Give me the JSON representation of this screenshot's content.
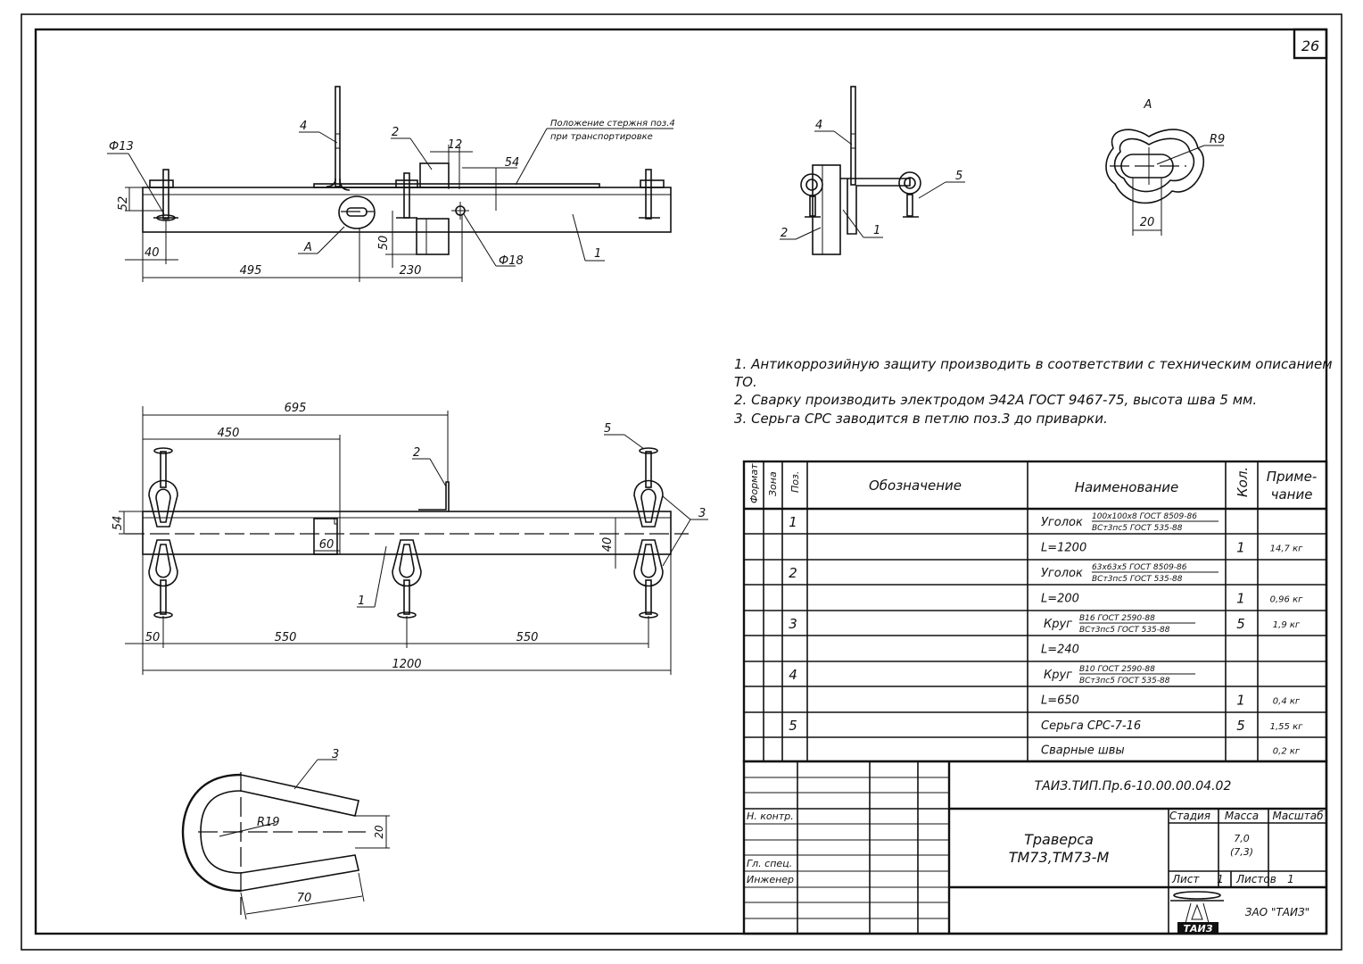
{
  "sheet_number": "26",
  "view_a_label": "A",
  "notes": [
    "1. Антикоррозийную защиту  производить в соответствии с  техническим описанием",
    "ТО.",
    "2. Сварку производить электродом Э42А ГОСТ 9467-75, высота шва 5 мм.",
    "3. Серьга СРС заводится в петлю поз.3 до приварки."
  ],
  "top_view": {
    "transport_note_line1": "Положение стержня поз.4",
    "transport_note_line2": "при транспортировке",
    "callouts": {
      "c1": "1",
      "c2": "2",
      "c4": "4",
      "ca": "А"
    },
    "dims": {
      "phi13": "Ф13",
      "d52": "52",
      "d40": "40",
      "d495": "495",
      "d230": "230",
      "d50": "50",
      "d12": "12",
      "d54": "54",
      "phi18": "Ф18"
    }
  },
  "side_view": {
    "callouts": {
      "c4": "4",
      "c5": "5",
      "c2": "2",
      "c1": "1"
    }
  },
  "detail_a": {
    "r9": "R9",
    "d20": "20"
  },
  "front_view": {
    "callouts": {
      "c5": "5",
      "c2": "2",
      "c3": "3",
      "c1": "1"
    },
    "dims": {
      "d695": "695",
      "d450": "450",
      "d54": "54",
      "d60": "60",
      "d40": "40",
      "d50": "50",
      "d550a": "550",
      "d550b": "550",
      "d1200": "1200"
    }
  },
  "loop_detail": {
    "c3": "3",
    "r19": "R19",
    "d20": "20",
    "d70": "70"
  },
  "bom": {
    "headers": {
      "format": "Формат",
      "zone": "Зона",
      "pos": "Поз.",
      "designation": "Обозначение",
      "name": "Наименование",
      "qty": "Кол.",
      "note_line1": "Приме-",
      "note_line2": "чание"
    },
    "rows": [
      {
        "pos": "1",
        "name": "Уголок",
        "frac_top": "100х100х8 ГОСТ 8509-86",
        "frac_bottom": "ВСт3пс5 ГОСТ 535-88",
        "qty": "",
        "note": ""
      },
      {
        "pos": "",
        "name": "L=1200",
        "frac_top": "",
        "frac_bottom": "",
        "qty": "1",
        "note": "14,7 кг"
      },
      {
        "pos": "2",
        "name": "Уголок",
        "frac_top": "63х63х5 ГОСТ 8509-86",
        "frac_bottom": "ВСт3пс5 ГОСТ 535-88",
        "qty": "",
        "note": ""
      },
      {
        "pos": "",
        "name": "L=200",
        "frac_top": "",
        "frac_bottom": "",
        "qty": "1",
        "note": "0,96 кг"
      },
      {
        "pos": "3",
        "name": "Круг",
        "frac_top": "В16 ГОСТ 2590-88",
        "frac_bottom": "ВСт3пс5 ГОСТ 535-88",
        "qty": "5",
        "note": "1,9 кг"
      },
      {
        "pos": "",
        "name": "L=240",
        "frac_top": "",
        "frac_bottom": "",
        "qty": "",
        "note": ""
      },
      {
        "pos": "4",
        "name": "Круг",
        "frac_top": "В10 ГОСТ 2590-88",
        "frac_bottom": "ВСт3пс5 ГОСТ 535-88",
        "qty": "",
        "note": ""
      },
      {
        "pos": "",
        "name": "L=650",
        "frac_top": "",
        "frac_bottom": "",
        "qty": "1",
        "note": "0,4 кг"
      },
      {
        "pos": "5",
        "name": "Серьга СРС-7-16",
        "frac_top": "",
        "frac_bottom": "",
        "qty": "5",
        "note": "1,55 кг"
      },
      {
        "pos": "",
        "name": "Сварные швы",
        "frac_top": "",
        "frac_bottom": "",
        "qty": "",
        "note": "0,2 кг"
      }
    ]
  },
  "title_block": {
    "doc_code": "ТАИЗ.ТИП.Пр.6-10.00.00.04.02",
    "title_line1": "Траверса",
    "title_line2": "ТМ73,ТМ73-М",
    "stage_label": "Стадия",
    "mass_label": "Масса",
    "scale_label": "Масштаб",
    "mass_value": "7,0",
    "mass_value2": "(7,3)",
    "sheet_label": "Лист",
    "sheet_value": "1",
    "sheets_label": "Листов",
    "sheets_value": "1",
    "n_kontr": "Н. контр.",
    "gl_spec": "Гл. спец.",
    "engineer": "Инженер",
    "company": "ЗАО \"ТАИЗ\"",
    "logo_text": "ТАИЗ"
  }
}
